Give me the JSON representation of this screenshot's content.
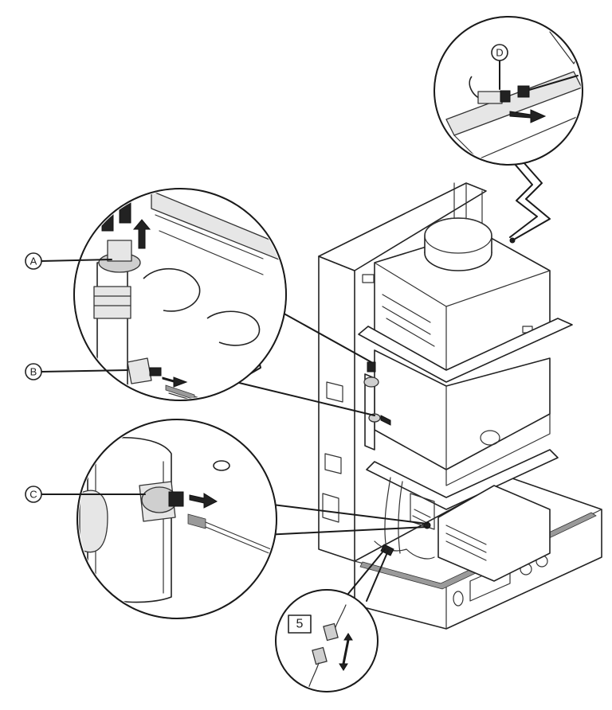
{
  "callouts": {
    "a": "A",
    "b": "B",
    "c": "C",
    "d": "D"
  },
  "step_box": "5",
  "colors": {
    "line": "#1a1a1a",
    "fill_light": "#e6e6e6",
    "fill_mid": "#cfcfcf",
    "background": "#ffffff"
  }
}
